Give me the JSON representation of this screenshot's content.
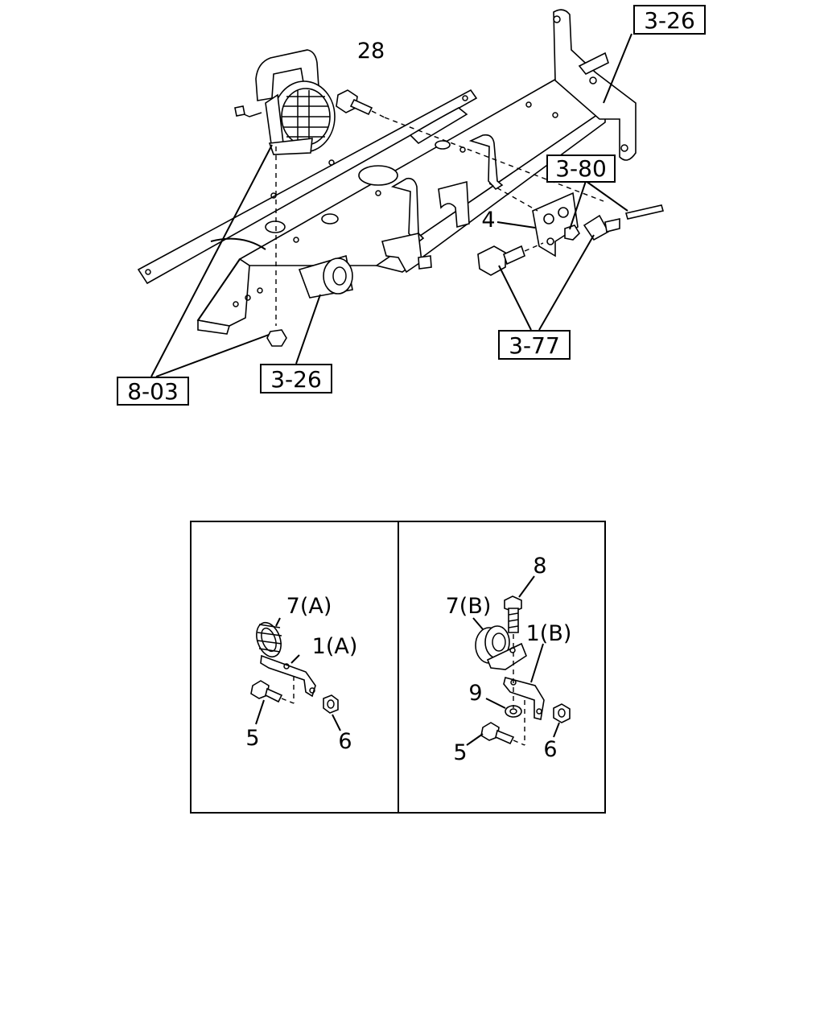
{
  "main_diagram": {
    "ref_labels": {
      "ref_3_26_top": "3-26",
      "ref_3_80": "3-80",
      "ref_3_77": "3-77",
      "ref_3_26_bottom": "3-26",
      "ref_8_03": "8-03"
    },
    "part_numbers": {
      "p28": "28",
      "p4": "4"
    }
  },
  "detail_panels": {
    "left": {
      "labels": {
        "clamp": "7(A)",
        "bracket": "1(A)",
        "bolt": "5",
        "nut": "6"
      }
    },
    "right": {
      "labels": {
        "top_bolt": "8",
        "clamp": "7(B)",
        "bracket": "1(B)",
        "washer": "9",
        "bolt": "5",
        "nut": "6"
      }
    }
  }
}
